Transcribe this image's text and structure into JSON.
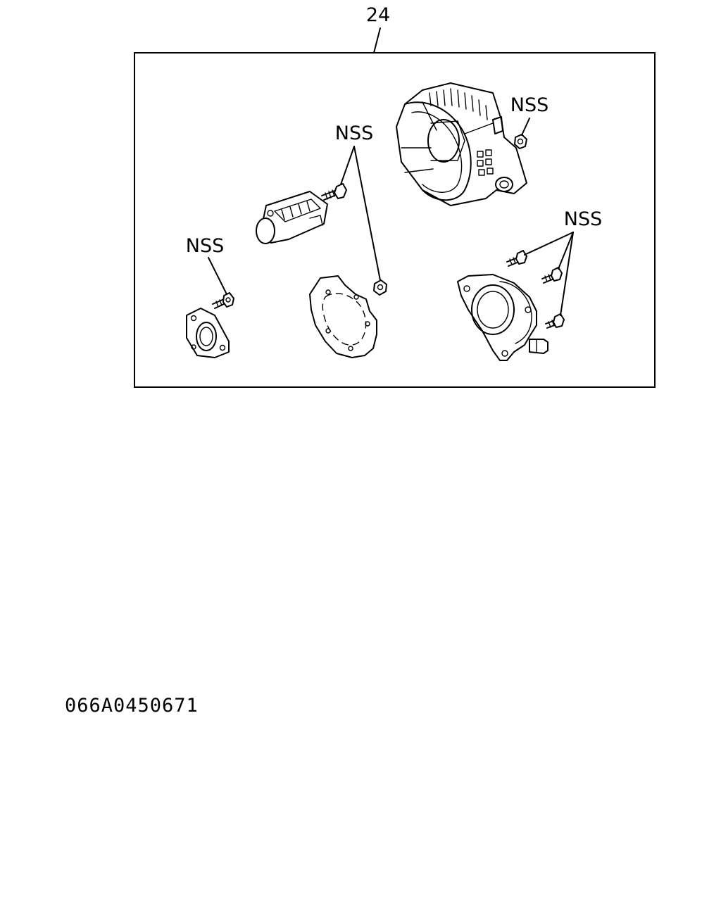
{
  "diagram": {
    "assembly_number": "24",
    "callouts": [
      "NSS",
      "NSS",
      "NSS",
      "NSS"
    ],
    "drawing_code": "066A0450671"
  }
}
